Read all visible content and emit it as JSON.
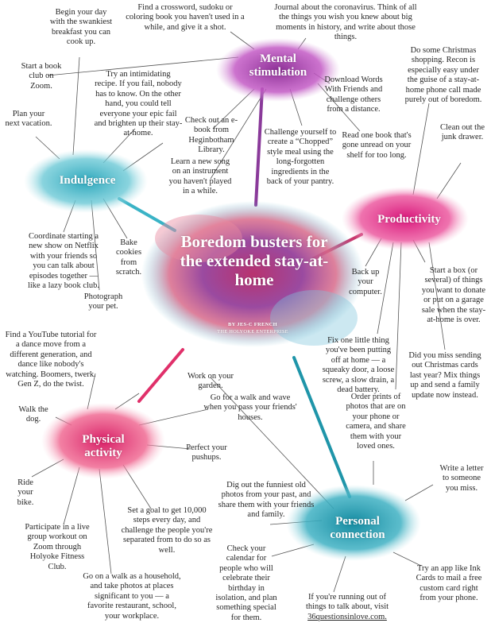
{
  "title": {
    "main": "Boredom busters for the extended stay-at-home",
    "byline": "BY JES-C FRENCH",
    "publication": "THE HOLYOKE ENTERPRISE"
  },
  "colors": {
    "mental": "#9b3fa3",
    "indulgence": "#3ab3c6",
    "productivity": "#e0207a",
    "physical": "#e0306a",
    "personal": "#1f95a9",
    "title_blob": "#c0488a"
  },
  "categories": {
    "mental": "Mental stimulation",
    "indulgence": "Indulgence",
    "productivity": "Productivity",
    "physical": "Physical activity",
    "personal": "Personal connection"
  },
  "notes": {
    "mental": {
      "crossword": "Find a crossword, sudoku or coloring book you haven't used in a while, and give it a shot.",
      "journal": "Journal about the coronavirus. Think of all the things you wish you knew about big moments in history, and write about those things.",
      "book_club": "Start a book club on Zoom.",
      "words_with_friends": "Download Words With Friends and challenge others from a distance.",
      "ebook": "Check out an e-book from Heginbotham Library.",
      "chopped": "Challenge yourself to create a “Chopped” style meal using the long-forgotten ingredients in the back of your pantry.",
      "read_book": "Read one book that's gone unread on your shelf for too long.",
      "song": "Learn a new song on an instrument you haven't played in a while."
    },
    "indulgence": {
      "breakfast": "Begin your day with the swankiest breakfast you can cook up.",
      "recipe": "Try an intimidating recipe. If you fail, nobody has to know. On the other hand, you could tell everyone your epic fail and brighten up their stay-at-home.",
      "vacation": "Plan your next vacation.",
      "netflix": "Coordinate starting a new show on Netflix with your friends so you can talk about episodes together — like a lazy book club.",
      "cookies": "Bake cookies from scratch.",
      "pet": "Photograph your pet."
    },
    "productivity": {
      "christmas_shopping": "Do some Christmas shopping. Recon is especially easy under the guise of a stay-at-home phone call made purely out of boredom.",
      "junk_drawer": "Clean out the junk drawer.",
      "backup": "Back up your computer.",
      "donate": "Start a box (or several) of things you want to donate or put on a garage sale when the stay-at-home is over.",
      "fix_thing": "Fix one little thing you've been putting off at home — a squeaky door, a loose screw, a slow drain, a dead battery.",
      "christmas_cards": "Did you miss sending out Christmas cards last year? Mix things up and send a family update now instead."
    },
    "physical": {
      "youtube": "Find a YouTube tutorial for a dance move from a different generation, and dance like nobody's watching. Boomers, twerk. Gen Z, do the twist.",
      "garden": "Work on your garden.",
      "walk_wave": "Go for a walk and wave when you pass your friends' houses.",
      "walk_dog": "Walk the dog.",
      "pushups": "Perfect your pushups.",
      "bike": "Ride your bike.",
      "steps": "Set a goal to get 10,000 steps every day, and challenge the people you're separated from to do so as well.",
      "workout": "Participate in a live group workout on Zoom through Holyoke Fitness Club.",
      "household_walk": "Go on a walk as a household, and take photos at places significant to you — a favorite restaurant, school, your workplace."
    },
    "personal": {
      "prints": "Order prints of photos that are on your phone or camera, and share them with your loved ones.",
      "letter": "Write a letter to someone you miss.",
      "old_photos": "Dig out the funniest old photos from your past, and share them with your friends and family.",
      "birthday": "Check your calendar for people who will celebrate their birthday in isolation, and plan something special for them.",
      "questions_prefix": "If you're running out of things to talk about, visit",
      "questions_link": "36questionsinlove.com.",
      "ink_cards": "Try an app like Ink Cards to mail a free custom card right from your phone."
    }
  }
}
